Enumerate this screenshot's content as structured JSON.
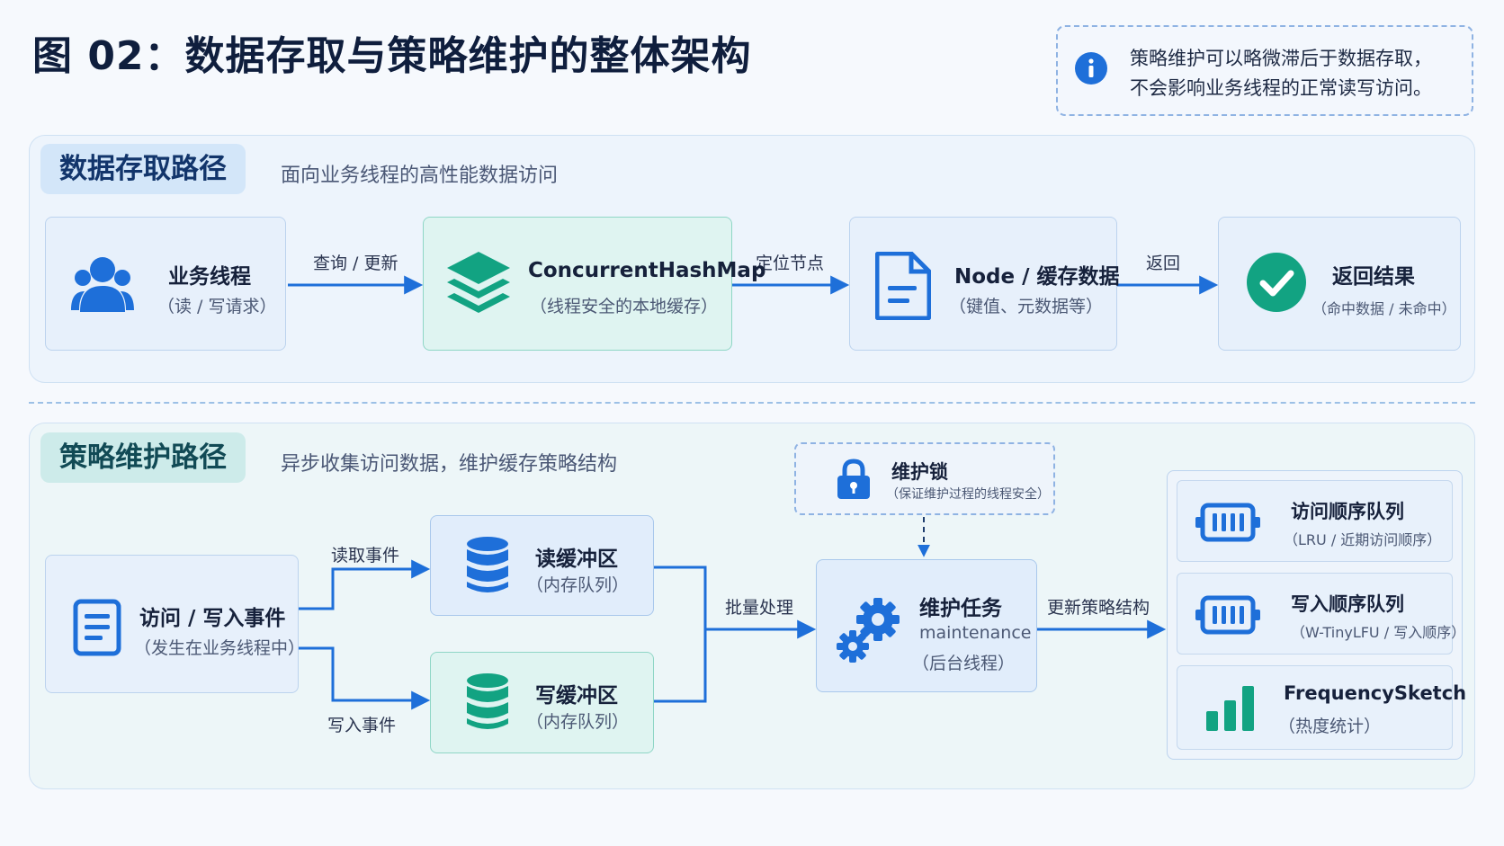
{
  "title": "图 02：数据存取与策略维护的整体架构",
  "info": {
    "icon": "info-icon",
    "line1": "策略维护可以略微滞后于数据存取，",
    "line2": "不会影响业务线程的正常读写访问。"
  },
  "access_path": {
    "tag": "数据存取路径",
    "description": "面向业务线程的高性能数据访问",
    "nodes": [
      {
        "icon": "users-icon",
        "title": "业务线程",
        "subtitle": "（读 / 写请求）"
      },
      {
        "icon": "layers-icon",
        "title": "ConcurrentHashMap",
        "subtitle": "（线程安全的本地缓存）"
      },
      {
        "icon": "document-icon",
        "title": "Node / 缓存数据",
        "subtitle": "（键值、元数据等）"
      },
      {
        "icon": "check-circle-icon",
        "title": "返回结果",
        "subtitle": "（命中数据 / 未命中）"
      }
    ],
    "edges": [
      "查询 / 更新",
      "定位节点",
      "返回"
    ]
  },
  "maintenance_path": {
    "tag": "策略维护路径",
    "description": "异步收集访问数据，维护缓存策略结构",
    "source": {
      "icon": "list-document-icon",
      "title": "访问 / 写入事件",
      "subtitle": "（发生在业务线程中）"
    },
    "read_buffer": {
      "icon": "database-icon",
      "title": "读缓冲区",
      "subtitle": "（内存队列）"
    },
    "write_buffer": {
      "icon": "database-icon",
      "title": "写缓冲区",
      "subtitle": "（内存队列）"
    },
    "lock": {
      "icon": "lock-icon",
      "title": "维护锁",
      "subtitle": "（保证维护过程的线程安全）"
    },
    "task": {
      "icon": "gears-icon",
      "title": "维护任务",
      "name": "maintenance",
      "subtitle": "（后台线程）"
    },
    "edges": {
      "read": "读取事件",
      "write": "写入事件",
      "batch": "批量处理",
      "update": "更新策略结构"
    },
    "structures": [
      {
        "icon": "queue-icon",
        "title": "访问顺序队列",
        "subtitle": "（LRU / 近期访问顺序）"
      },
      {
        "icon": "queue-icon",
        "title": "写入顺序队列",
        "subtitle": "（W-TinyLFU / 写入顺序）"
      },
      {
        "icon": "bar-chart-icon",
        "title": "FrequencySketch",
        "subtitle": "（热度统计）"
      }
    ]
  },
  "colors": {
    "blue": "#1e6fd9",
    "teal": "#12a382",
    "arrow": "#1e6fd9"
  }
}
